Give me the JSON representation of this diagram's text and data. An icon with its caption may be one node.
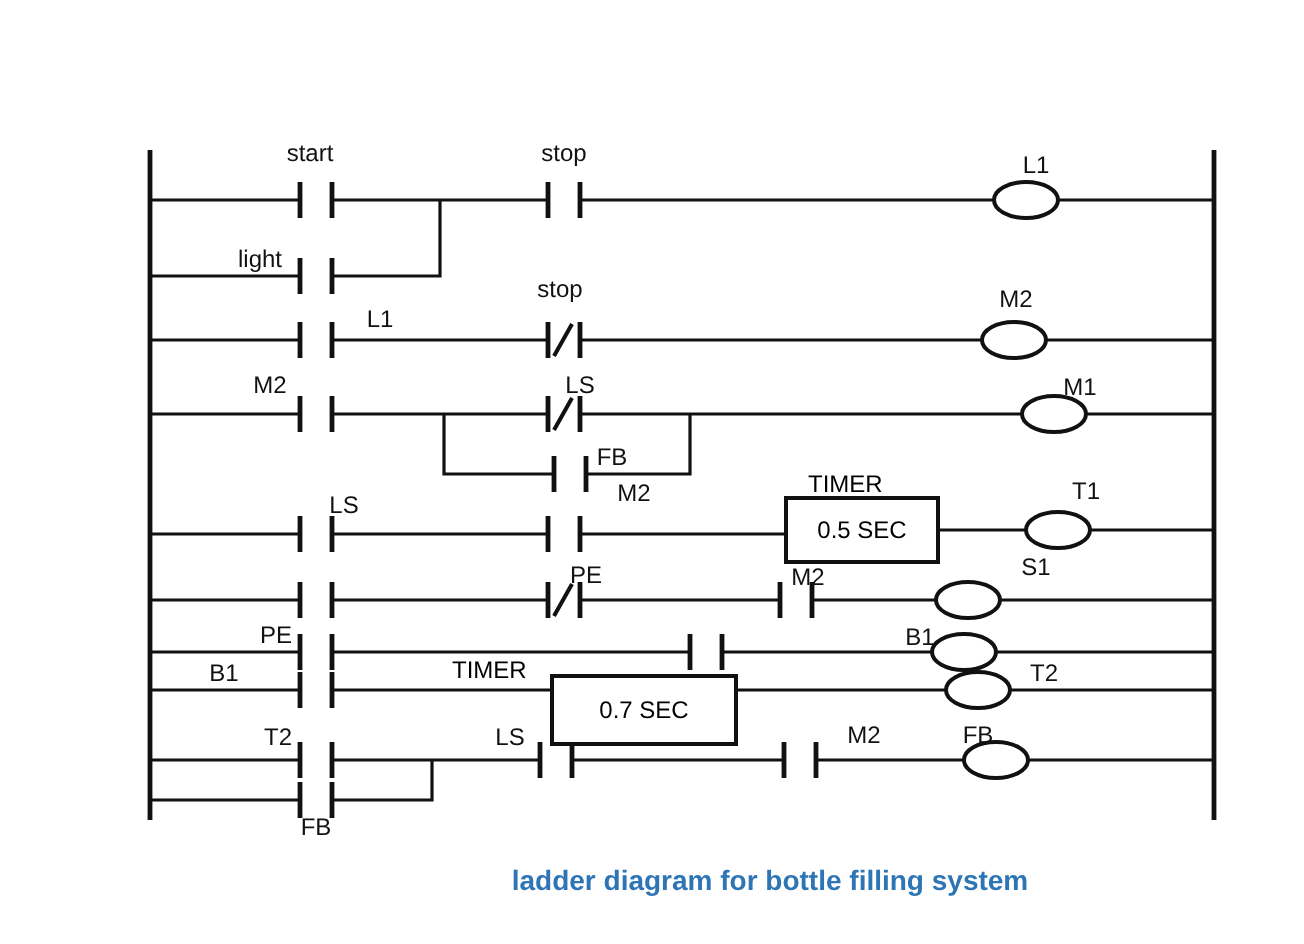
{
  "diagram": {
    "caption": "ladder diagram for bottle filling system",
    "nodes": [
      {
        "text": [
          "TIMER",
          "0.5 SEC"
        ]
      },
      {
        "text": [
          "TIMER",
          "0.7 SEC"
        ]
      }
    ],
    "labels": [
      "start",
      "stop",
      "L1",
      "light",
      "stop",
      "L1",
      "M2",
      "M2",
      "LS",
      "M1",
      "FB",
      "M2",
      "LS",
      "T1",
      "S1",
      "PE",
      "M2",
      "PE",
      "B1",
      "B1",
      "T2",
      "T2",
      "LS",
      "M2",
      "FB",
      "FB"
    ]
  }
}
